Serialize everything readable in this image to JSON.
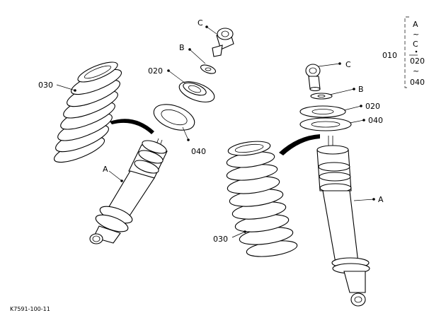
{
  "labels": {
    "left_c": "C",
    "left_b": "B",
    "left_020": "020",
    "left_030": "030",
    "left_040": "040",
    "left_a": "A",
    "right_c": "C",
    "right_b": "B",
    "right_020": "020",
    "right_040": "040",
    "right_030": "030",
    "right_a": "A"
  },
  "legend": {
    "set_number": "010",
    "line1": "A",
    "line2": "~",
    "line3": "C",
    "line4": "020",
    "line5": "~",
    "line6": "040"
  },
  "footer": {
    "figure_code": "K7591-100-11"
  }
}
